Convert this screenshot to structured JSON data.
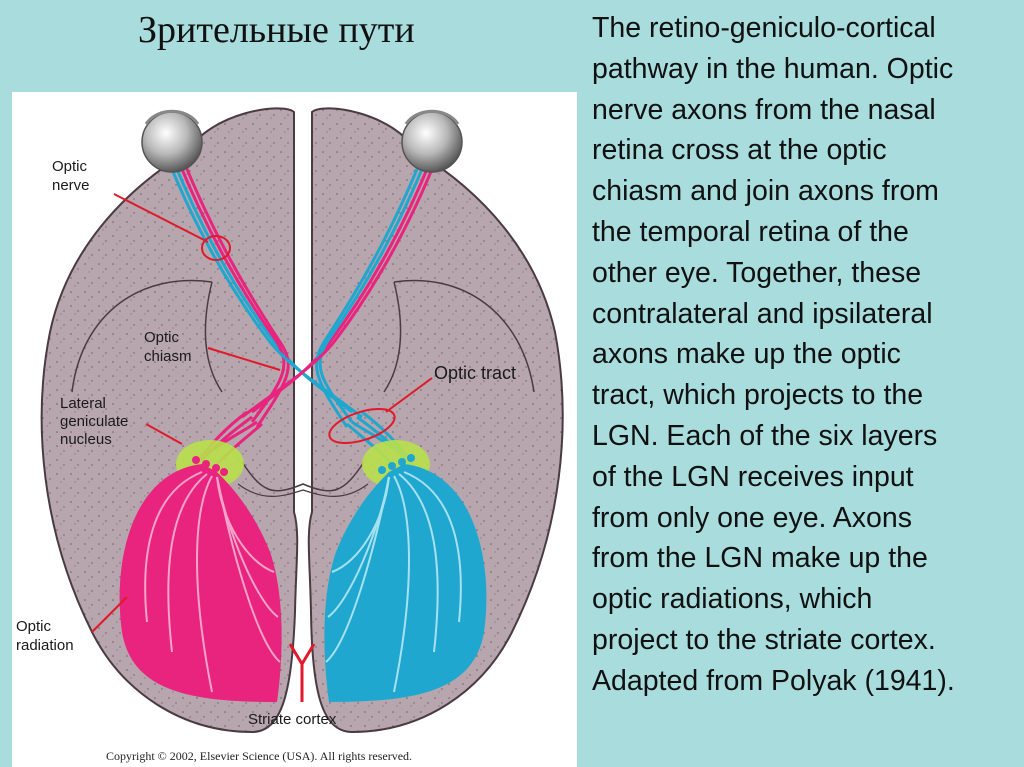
{
  "title": "Зрительные пути",
  "description_lines": [
    "The retino-geniculo-cortical",
    "pathway in the human. Optic",
    "nerve axons from the nasal",
    "retina cross at the optic",
    "chiasm and join axons from",
    "the temporal retina of the",
    "other eye. Together, these",
    "contralateral and ipsilateral",
    "axons make up the optic",
    "tract, which projects to the",
    "LGN. Each of the six layers",
    "of the LGN receives input",
    "from only one eye. Axons",
    "from the LGN make up the",
    "optic radiations, which",
    "project to the striate cortex.",
    "Adapted from Polyak (1941)."
  ],
  "figure": {
    "labels": {
      "optic_nerve_1": "Optic",
      "optic_nerve_2": "nerve",
      "optic_chiasm_1": "Optic",
      "optic_chiasm_2": "chiasm",
      "optic_tract": "Optic tract",
      "lgn_1": "Lateral",
      "lgn_2": "geniculate",
      "lgn_3": "nucleus",
      "optic_radiation_1": "Optic",
      "optic_radiation_2": "radiation",
      "striate_cortex": "Striate cortex"
    },
    "copyright": "Copyright © 2002, Elsevier Science (USA). All rights reserved.",
    "colors": {
      "brain": "#b7a6ad",
      "left_pathway": "#e8247f",
      "right_pathway": "#1fa7cf",
      "lgn": "#b8e04a",
      "pointer": "#e0192b"
    }
  }
}
